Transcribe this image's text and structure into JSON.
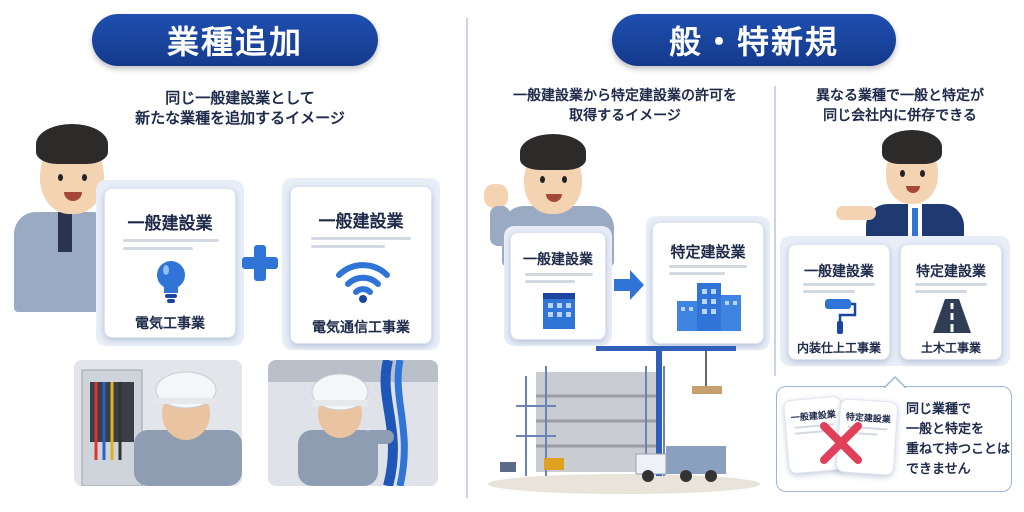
{
  "left": {
    "title": "業種追加",
    "caption_line1": "同じ一般建設業として",
    "caption_line2": "新たな業種を追加するイメージ",
    "card1": {
      "title": "一般建設業",
      "sub": "電気工事業",
      "icon": "lightbulb-icon"
    },
    "card2": {
      "title": "一般建設業",
      "sub": "電気通信工事業",
      "icon": "wifi-icon"
    },
    "plus_icon": "plus-icon"
  },
  "right": {
    "title": "般・特新規",
    "caption_a_line1": "一般建設業から特定建設業の許可を",
    "caption_a_line2": "取得するイメージ",
    "caption_b_line1": "異なる業種で一般と特定が",
    "caption_b_line2": "同じ会社内に併存できる",
    "card_general": {
      "title": "一般建設業",
      "icon": "small-building-icon"
    },
    "card_special": {
      "title": "特定建設業",
      "icon": "large-building-icon"
    },
    "arrow_icon": "arrow-right-icon",
    "card_b1": {
      "title": "一般建設業",
      "sub": "内装仕上工事業",
      "icon": "paint-roller-icon"
    },
    "card_b2": {
      "title": "特定建設業",
      "sub": "土木工事業",
      "icon": "road-icon"
    },
    "note": {
      "doc1": "一般建設業",
      "doc2": "特定建設業",
      "line1": "同じ業種で",
      "line2": "一般と特定を",
      "line3": "重ねて持つことは",
      "line4": "できません",
      "icon": "cross-icon"
    }
  },
  "colors": {
    "navy": "#1a45a0",
    "accent_blue": "#2f74d6",
    "red_cross": "#e0405a"
  }
}
